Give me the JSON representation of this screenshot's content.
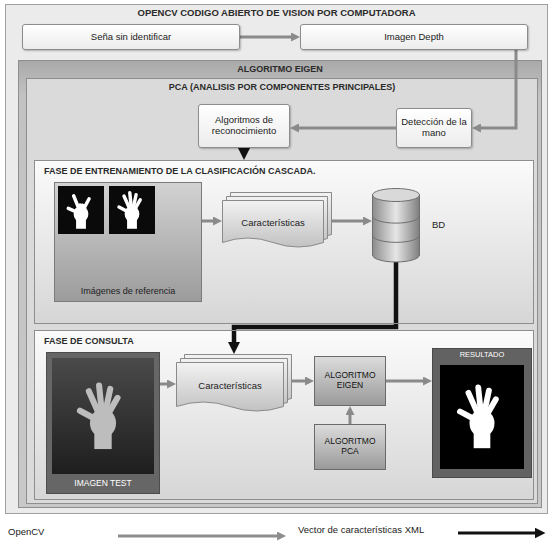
{
  "diagram": {
    "nodes": [
      {
        "text": [
          "OPENCV CODIGO ABIERTO DE VISION POR COMPUTADORA"
        ]
      },
      {
        "text": [
          "Seña sin identificar"
        ],
        "in": 0
      },
      {
        "text": [
          "Imagen Depth"
        ],
        "in": 0
      },
      {
        "text": [
          "ALGORITMO EIGEN"
        ],
        "in": 0
      },
      {
        "text": [
          "PCA (ANALISIS POR COMPONENTES PRINCIPALES)"
        ],
        "in": 3
      },
      {
        "text": [
          "Algoritmos de reconocimiento"
        ],
        "in": 4
      },
      {
        "text": [
          "Detección de la mano"
        ],
        "in": 4
      },
      {
        "text": [
          "FASE DE ENTRENAMIENTO DE LA CLASIFICACIÓN CASCADA."
        ],
        "in": 4
      },
      {
        "text": [
          "Imágenes de referencia"
        ],
        "in": 7
      },
      {
        "text": [
          "Características"
        ],
        "in": 7
      },
      {
        "text": [
          "BD"
        ],
        "in": 7
      },
      {
        "text": [
          "FASE DE CONSULTA"
        ],
        "in": 4
      },
      {
        "text": [
          "IMAGEN TEST"
        ],
        "in": 11
      },
      {
        "text": [
          "Características"
        ],
        "in": 11
      },
      {
        "text": [
          "ALGORITMO EIGEN"
        ],
        "in": 11
      },
      {
        "text": [
          "RESULTADO"
        ],
        "in": 11
      },
      {
        "text": [
          "ALGORITMO PCA"
        ],
        "in": 11
      }
    ],
    "edges": [
      {
        "from": 1,
        "to": 2,
        "arrow": "to"
      },
      {
        "from": 2,
        "to": 6,
        "arrow": "to"
      },
      {
        "from": 6,
        "to": 5,
        "arrow": "to"
      },
      {
        "from": 5,
        "to": 7,
        "arrow": "to"
      },
      {
        "from": 8,
        "to": 9,
        "arrow": "to"
      },
      {
        "from": 9,
        "to": 10,
        "arrow": "to"
      },
      {
        "from": 10,
        "to": 13,
        "arrow": "to"
      },
      {
        "from": 12,
        "to": 13,
        "arrow": "to"
      },
      {
        "from": 13,
        "to": 14,
        "arrow": "to"
      },
      {
        "from": 14,
        "to": 15,
        "arrow": "to"
      },
      {
        "from": 16,
        "to": 14,
        "arrow": "to"
      }
    ],
    "labels": [
      "OpenCV",
      "Vector de características XML"
    ]
  }
}
